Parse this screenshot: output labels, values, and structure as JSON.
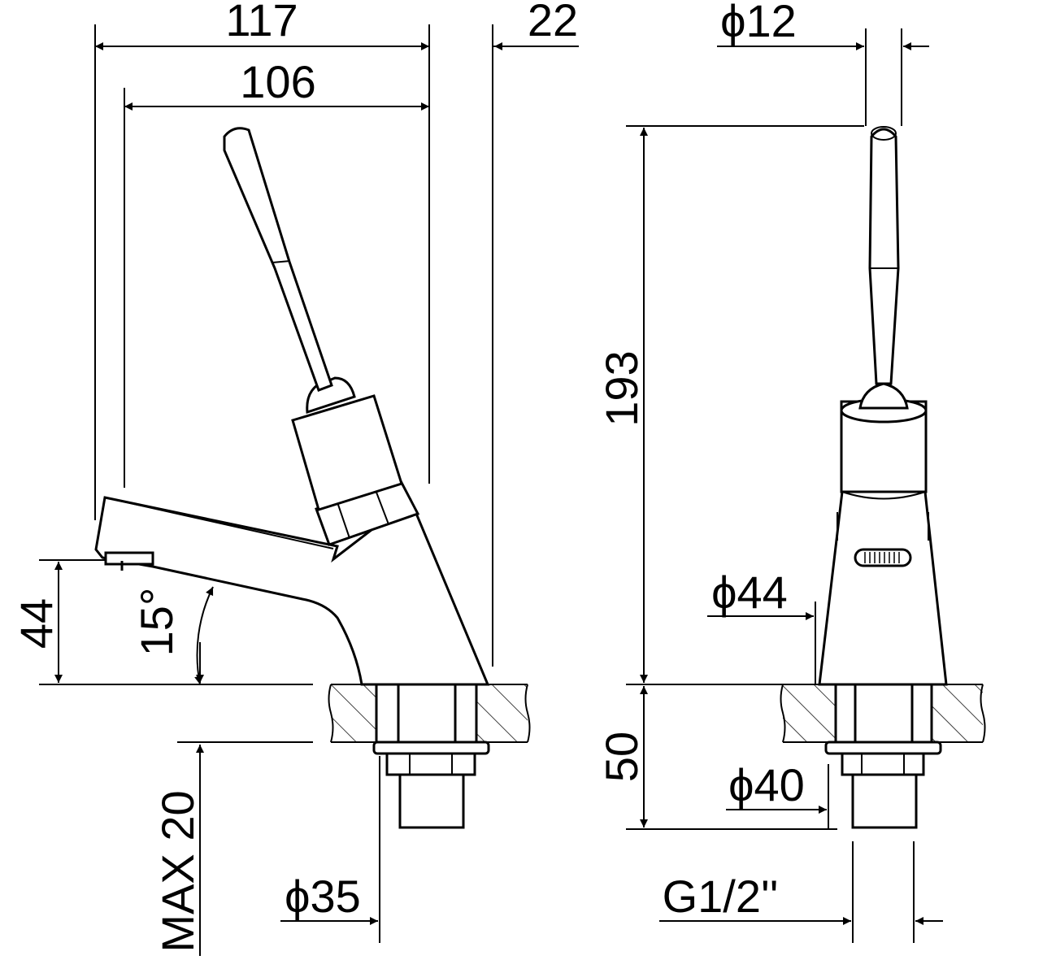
{
  "drawing": {
    "colors": {
      "line": "#000000",
      "background": "#ffffff"
    },
    "dimensions": {
      "width_total": "117",
      "width_spout": "106",
      "offset": "22",
      "spout_height": "44",
      "angle": "15°",
      "max_thickness": "MAX 20",
      "base_diameter_left": "ϕ35",
      "lever_diameter": "ϕ12",
      "total_height": "193",
      "body_diameter": "ϕ44",
      "shank_length": "50",
      "flange_diameter": "ϕ40",
      "thread": "G1/2''"
    }
  }
}
